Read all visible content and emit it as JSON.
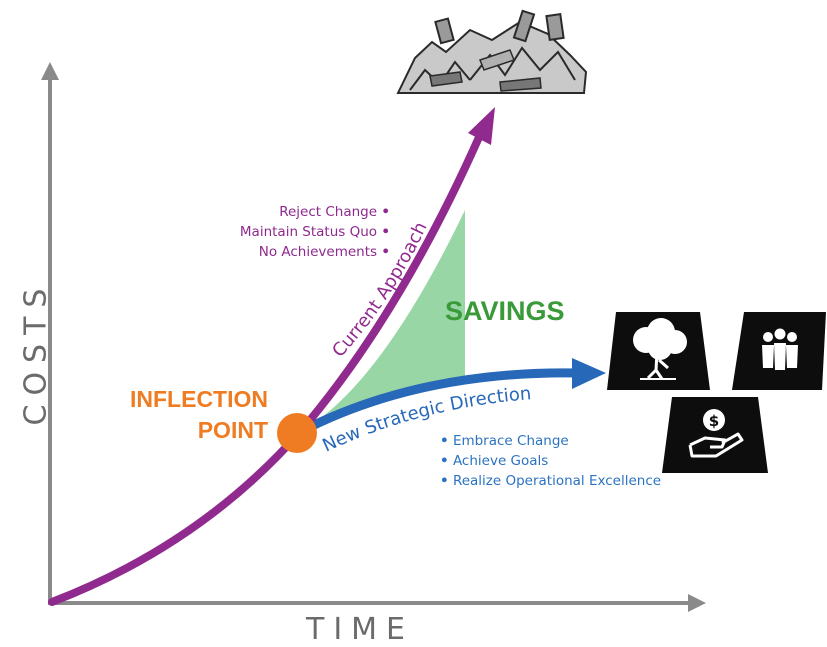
{
  "axes": {
    "y_label": "COSTS",
    "x_label": "TIME"
  },
  "curves": {
    "current": {
      "label": "Current Approach",
      "color": "#912a8f",
      "items": [
        "Reject Change",
        "Maintain Status Quo",
        "No Achievements"
      ]
    },
    "new": {
      "label": "New Strategic Direction",
      "color": "#2768b8",
      "items": [
        "Embrace Change",
        "Achieve Goals",
        "Realize Operational Excellence"
      ]
    }
  },
  "inflection": {
    "line1": "INFLECTION",
    "line2": "POINT",
    "color": "#ef7c22"
  },
  "savings": {
    "label": "SAVINGS",
    "fill_color": "#7fcf8f"
  },
  "icons": {
    "current_outcome": "rubble-icon",
    "new_outcomes": [
      "tree-icon",
      "people-icon",
      "money-hand-icon"
    ]
  }
}
